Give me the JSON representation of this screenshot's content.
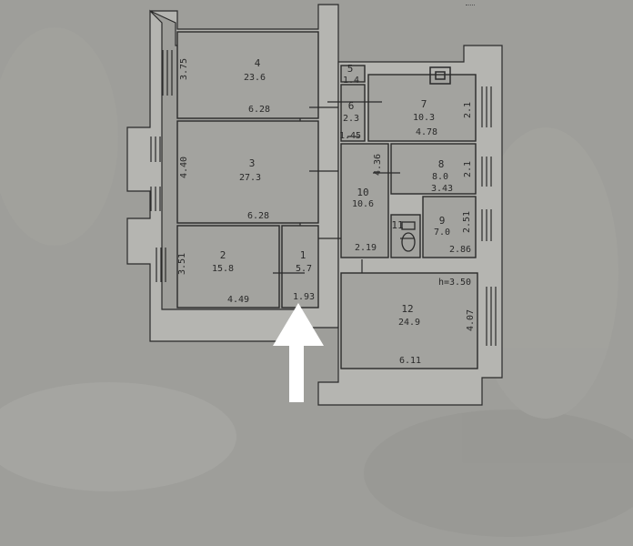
{
  "colors": {
    "paper": "#9e9e9a",
    "wall": "#b5b5b1",
    "line": "#2a2a2a",
    "arrow": "#ffffff"
  },
  "icons": {
    "entrance": "arrow-up-icon",
    "window": "window-icon",
    "stove": "stove-icon",
    "toilet": "toilet-icon"
  },
  "rooms": [
    {
      "number": "1",
      "area": "5.7"
    },
    {
      "number": "2",
      "area": "15.8"
    },
    {
      "number": "3",
      "area": "27.3"
    },
    {
      "number": "4",
      "area": "23.6"
    },
    {
      "number": "5",
      "area": "1.4"
    },
    {
      "number": "6",
      "area": "2.3"
    },
    {
      "number": "7",
      "area": "10.3"
    },
    {
      "number": "8",
      "area": "8.0"
    },
    {
      "number": "9",
      "area": "7.0"
    },
    {
      "number": "10",
      "area": "10.6"
    },
    {
      "number": "11",
      "area": ""
    },
    {
      "number": "12",
      "area": "24.9"
    }
  ],
  "dimensions": {
    "room4_height": "3.75",
    "room4_width": "6.28",
    "room3_height": "4.40",
    "room3_width": "6.28",
    "room2_height": "3.51",
    "room2_width": "4.49",
    "room1_width": "1.93",
    "room10_height": "4.36",
    "room10_width": "2.19",
    "room6_width": "1.45",
    "room7_height": "2.1",
    "room7_width": "4.78",
    "room8_height": "2.1",
    "room8_width": "3.43",
    "room9_height": "2.51",
    "room9_width": "2.86",
    "room12_height": "4.07",
    "room12_width": "6.11",
    "ceiling_height": "h=3.50"
  }
}
